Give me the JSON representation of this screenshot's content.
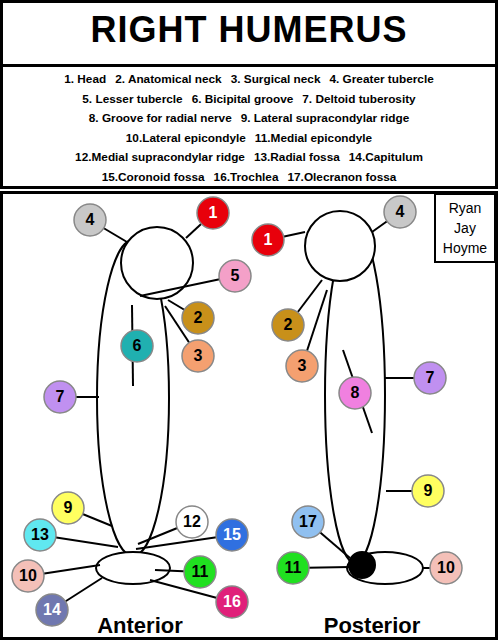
{
  "diagram": {
    "title": "RIGHT HUMERUS",
    "nodes": [
      {
        "text": [
          "4"
        ]
      },
      {
        "text": [
          "1"
        ]
      },
      {
        "text": [
          "5"
        ]
      },
      {
        "text": [
          "2"
        ]
      },
      {
        "text": [
          "6"
        ]
      },
      {
        "text": [
          "3"
        ]
      },
      {
        "text": [
          "7"
        ]
      },
      {
        "text": [
          "9"
        ]
      },
      {
        "text": [
          "12"
        ]
      },
      {
        "text": [
          "13"
        ]
      },
      {
        "text": [
          "15"
        ]
      },
      {
        "text": [
          "10"
        ]
      },
      {
        "text": [
          "11"
        ]
      },
      {
        "text": [
          "14"
        ]
      },
      {
        "text": [
          "16"
        ]
      },
      {
        "text": [
          "1"
        ]
      },
      {
        "text": [
          "4"
        ]
      },
      {
        "text": [
          "2"
        ]
      },
      {
        "text": [
          "3"
        ]
      },
      {
        "text": [
          "8"
        ]
      },
      {
        "text": [
          "7"
        ]
      },
      {
        "text": [
          "9"
        ]
      },
      {
        "text": [
          "17"
        ]
      },
      {
        "text": [
          "11"
        ]
      },
      {
        "text": [
          "10"
        ]
      },
      {
        "text": [
          "Ryan Jay Hoyme"
        ]
      }
    ],
    "labels": [
      "1. Head",
      "2. Anatomical neck",
      "3. Surgical neck",
      "4. Greater tubercle",
      "5. Lesser tubercle",
      "6. Bicipital groove",
      "7. Deltoid tuberosity",
      "8. Groove for radial nerve",
      "9. Lateral supracondylar ridge",
      "10.Lateral epicondyle",
      "11.Medial epicondyle",
      "12.Medial supracondylar ridge",
      "13.Radial fossa",
      "14.Capitulum",
      "15.Coronoid fossa",
      "16.Trochlea",
      "17.Olecranon fossa",
      "Anterior",
      "Posterior"
    ]
  }
}
